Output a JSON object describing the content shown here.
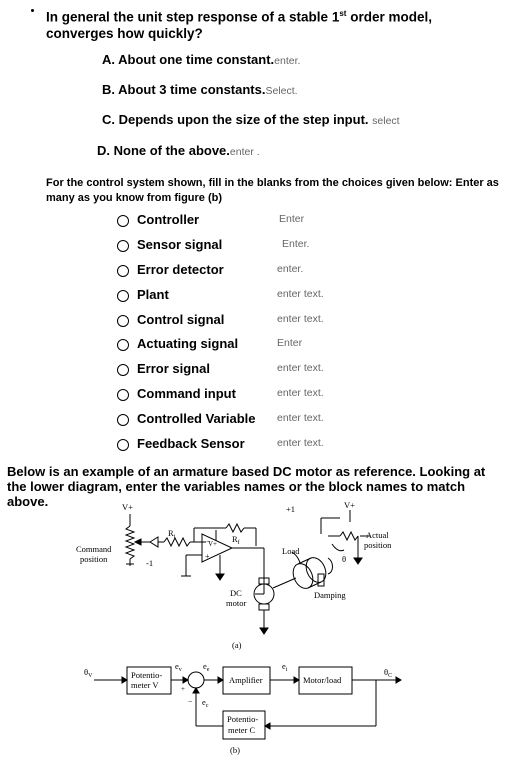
{
  "question1": {
    "text": "In general the unit step response of a stable 1",
    "sup": "st",
    "text_after": " order model, converges how quickly?",
    "options": [
      {
        "label": "A. About one time constant.",
        "hint": "enter."
      },
      {
        "label": "B. About 3 time constants.",
        "hint": "Select."
      },
      {
        "label": "C. Depends upon the size of the step input.",
        "hint": "select"
      },
      {
        "label": "D. None of the above.",
        "hint": "enter ."
      }
    ]
  },
  "question2": {
    "text": "For the control system shown, fill in the blanks from the choices given below: Enter as many as you know from figure (b)",
    "items": [
      {
        "label": "Controller",
        "input": "Enter"
      },
      {
        "label": "Sensor signal",
        "input": "Enter."
      },
      {
        "label": "Error detector",
        "input": "enter."
      },
      {
        "label": "Plant",
        "input": "enter text."
      },
      {
        "label": "Control signal",
        "input": "enter text."
      },
      {
        "label": "Actuating signal",
        "input": "Enter"
      },
      {
        "label": "Error signal",
        "input": "enter text."
      },
      {
        "label": "Command input",
        "input": "enter text."
      },
      {
        "label": "Controlled Variable",
        "input": "enter text."
      },
      {
        "label": "Feedback Sensor",
        "input": "enter text."
      }
    ]
  },
  "question3": {
    "text": "Below is an example of an armature based DC motor as reference. Looking at the lower diagram, enter the variables names or the block names to match above."
  },
  "figure_a": {
    "vplus_left": "V+",
    "vplus_right": "V+",
    "plus_one": "+1",
    "minus_one": "-1",
    "command_position": [
      "Command",
      "position"
    ],
    "ri": "R",
    "ri_sub": "i",
    "rf": "R",
    "rf_sub": "f",
    "opamp_minus": "−",
    "opamp_plus": "+",
    "load": "Load",
    "actual_position": [
      "Actual",
      "position"
    ],
    "theta": "θ",
    "dc_motor": [
      "DC",
      "motor"
    ],
    "damping": "Damping",
    "caption": "(a)"
  },
  "figure_b": {
    "theta_v": "θ",
    "theta_v_sub": "V",
    "pot_v": [
      "Potentio-",
      "meter V"
    ],
    "ev": "e",
    "ev_sub": "v",
    "ee": "e",
    "ee_sub": "e",
    "ec": "e",
    "ec_sub": "c",
    "ei": "e",
    "ei_sub": "i",
    "amplifier": "Amplifier",
    "motor_load": "Motor/load",
    "theta_c": "θ",
    "theta_c_sub": "C",
    "pot_c": [
      "Potentio-",
      "meter C"
    ],
    "plus": "+",
    "minus": "−",
    "caption": "(b)"
  }
}
